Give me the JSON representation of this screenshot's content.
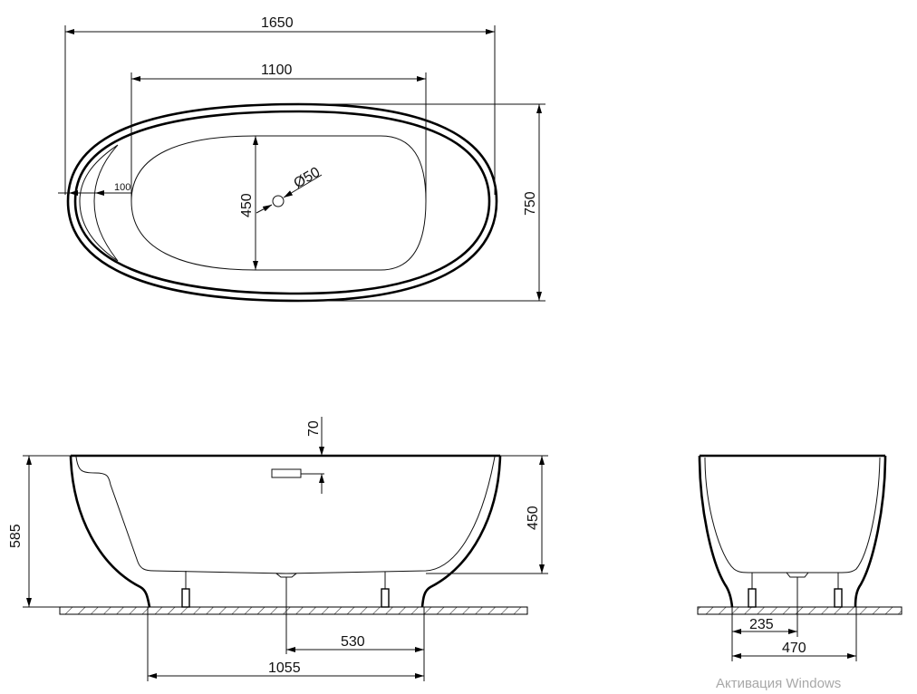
{
  "top_view": {
    "dim_overall_length": "1650",
    "dim_inner_length": "1100",
    "dim_overall_width": "750",
    "dim_inner_width": "450",
    "dim_drain_diameter": "Ø50",
    "dim_headrest": "100"
  },
  "side_view": {
    "dim_overflow_offset": "70",
    "dim_total_height": "585",
    "dim_inner_depth": "450",
    "dim_drain_to_foot": "530",
    "dim_base_length": "1055"
  },
  "end_view": {
    "dim_drain_offset": "235",
    "dim_base_width": "470"
  },
  "watermark": "Активация Windows"
}
